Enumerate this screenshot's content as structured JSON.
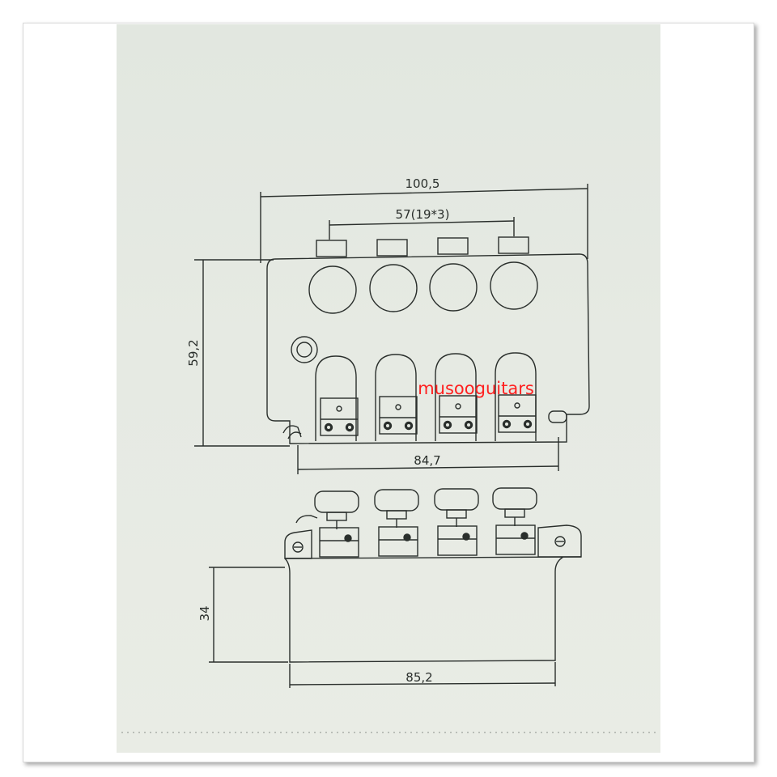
{
  "drawing": {
    "dimensions": {
      "overall_width": "100,5",
      "spacing": "57(19*3)",
      "height": "59,2",
      "base_width": "84,7",
      "side_height": "34",
      "side_width": "85,2"
    },
    "watermark": "musooguitars"
  },
  "colors": {
    "paper": "#e4e8e1",
    "line": "#2a2f2c",
    "watermark": "#ff2020"
  }
}
